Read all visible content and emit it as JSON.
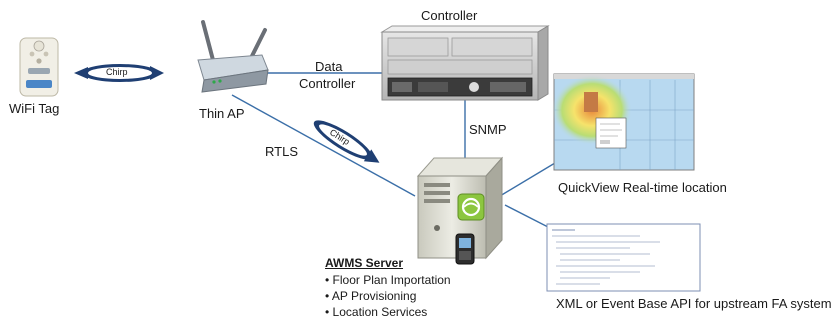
{
  "labels": {
    "wifi_tag": "WiFi Tag",
    "thin_ap": "Thin AP",
    "controller": "Controller",
    "data_line1": "Data",
    "data_line2": "Controller",
    "snmp": "SNMP",
    "rtls": "RTLS",
    "quickview": "QuickView Real-time location",
    "xml_api": "XML or Event Base API for upstream FA system",
    "chirp_top": "Chirp",
    "chirp_mid": "Chirp"
  },
  "server": {
    "title": "AWMS Server",
    "features": [
      "Floor Plan Importation",
      "AP Provisioning",
      "Location Services"
    ]
  },
  "colors": {
    "link_line": "#3b6fa8",
    "chirp_fill": "#1f3f73",
    "map_background": "#b8d9f0",
    "heat_orange": "#f2a23a",
    "heat_yellow": "#f6e36b",
    "heat_green": "#b9dd74",
    "server_body": "#d9d9cf",
    "server_logo": "#8cc63f"
  }
}
